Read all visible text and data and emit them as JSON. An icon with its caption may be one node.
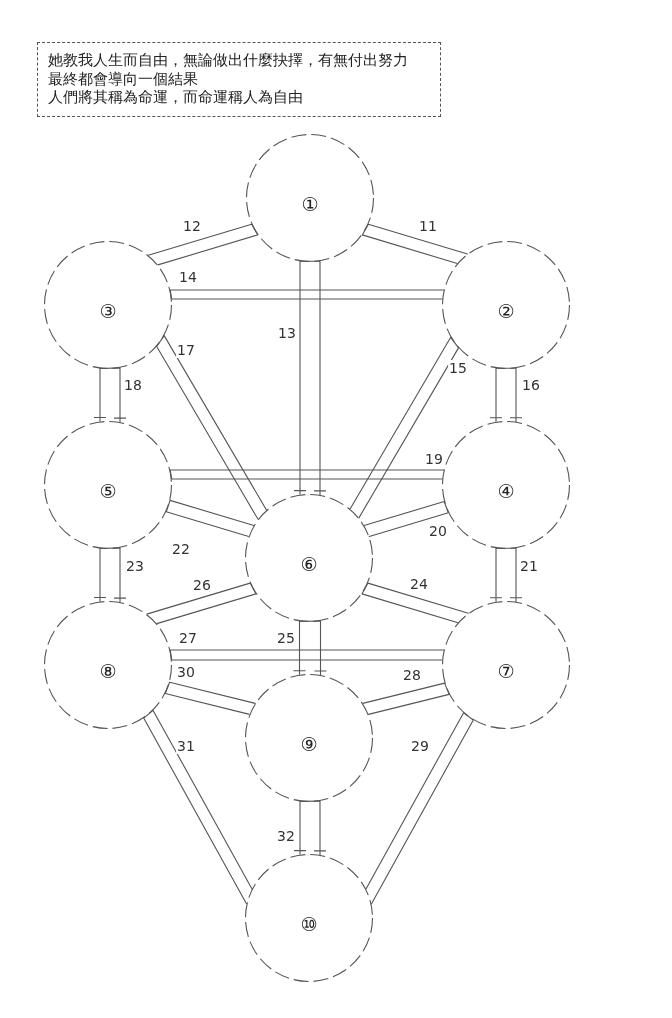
{
  "diagram": {
    "nodes": [
      {
        "text": [
          "她教我人生而自由，無論做出什麼抉擇，有無付出努力",
          "最終都會導向一個結果",
          "人們將其稱為命運，而命運稱人為自由"
        ]
      },
      {
        "text": [
          "①"
        ]
      },
      {
        "text": [
          "③"
        ]
      },
      {
        "text": [
          "②"
        ]
      },
      {
        "text": [
          "⑤"
        ]
      },
      {
        "text": [
          "④"
        ]
      },
      {
        "text": [
          "⑥"
        ]
      },
      {
        "text": [
          "⑧"
        ]
      },
      {
        "text": [
          "⑦"
        ]
      },
      {
        "text": [
          "⑨"
        ]
      },
      {
        "text": [
          "⑩"
        ]
      }
    ],
    "edges": [
      {
        "from": 1,
        "to": 3,
        "arrow": "none",
        "label": "11"
      },
      {
        "from": 1,
        "to": 2,
        "arrow": "none",
        "label": "12"
      },
      {
        "from": 1,
        "to": 6,
        "arrow": "other",
        "label": "13"
      },
      {
        "from": 2,
        "to": 3,
        "arrow": "none",
        "label": "14"
      },
      {
        "from": 3,
        "to": 6,
        "arrow": "none",
        "label": "15"
      },
      {
        "from": 3,
        "to": 5,
        "arrow": "other",
        "label": "16"
      },
      {
        "from": 2,
        "to": 6,
        "arrow": "none",
        "label": "17"
      },
      {
        "from": 2,
        "to": 4,
        "arrow": "other",
        "label": "18"
      },
      {
        "from": 4,
        "to": 5,
        "arrow": "none",
        "label": "19"
      },
      {
        "from": 5,
        "to": 6,
        "arrow": "none",
        "label": "20"
      },
      {
        "from": 5,
        "to": 8,
        "arrow": "other",
        "label": "21"
      },
      {
        "from": 4,
        "to": 6,
        "arrow": "none",
        "label": "22"
      },
      {
        "from": 4,
        "to": 7,
        "arrow": "other",
        "label": "23"
      },
      {
        "from": 6,
        "to": 8,
        "arrow": "none",
        "label": "24"
      },
      {
        "from": 6,
        "to": 9,
        "arrow": "other",
        "label": "25"
      },
      {
        "from": 6,
        "to": 7,
        "arrow": "none",
        "label": "26"
      },
      {
        "from": 7,
        "to": 8,
        "arrow": "none",
        "label": "27"
      },
      {
        "from": 8,
        "to": 9,
        "arrow": "none",
        "label": "28"
      },
      {
        "from": 8,
        "to": 10,
        "arrow": "none",
        "label": "29"
      },
      {
        "from": 7,
        "to": 9,
        "arrow": "none",
        "label": "30"
      },
      {
        "from": 7,
        "to": 10,
        "arrow": "none",
        "label": "31"
      },
      {
        "from": 9,
        "to": 10,
        "arrow": "other",
        "label": "32"
      }
    ]
  }
}
